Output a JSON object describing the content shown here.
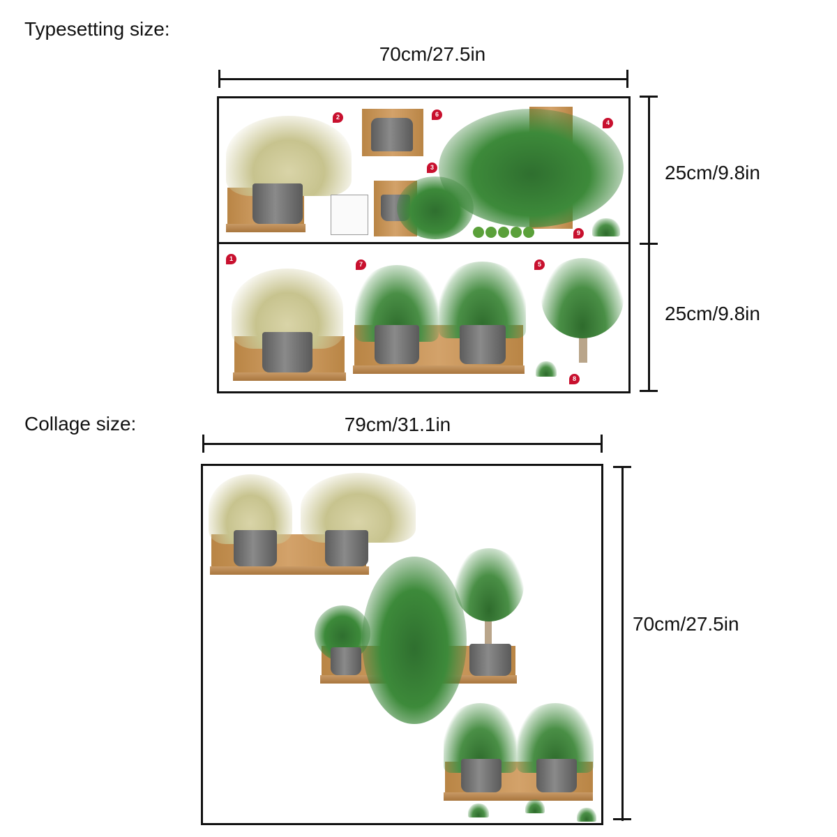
{
  "typesetting": {
    "title": "Typesetting size:",
    "width_label": "70cm/27.5in",
    "row1_height_label": "25cm/9.8in",
    "row2_height_label": "25cm/9.8in",
    "badges_row1": [
      "2",
      "6",
      "4",
      "3",
      "9"
    ],
    "badges_row2": [
      "1",
      "7",
      "5",
      "8"
    ]
  },
  "collage": {
    "title": "Collage size:",
    "width_label": "79cm/31.1in",
    "height_label": "70cm/27.5in"
  }
}
